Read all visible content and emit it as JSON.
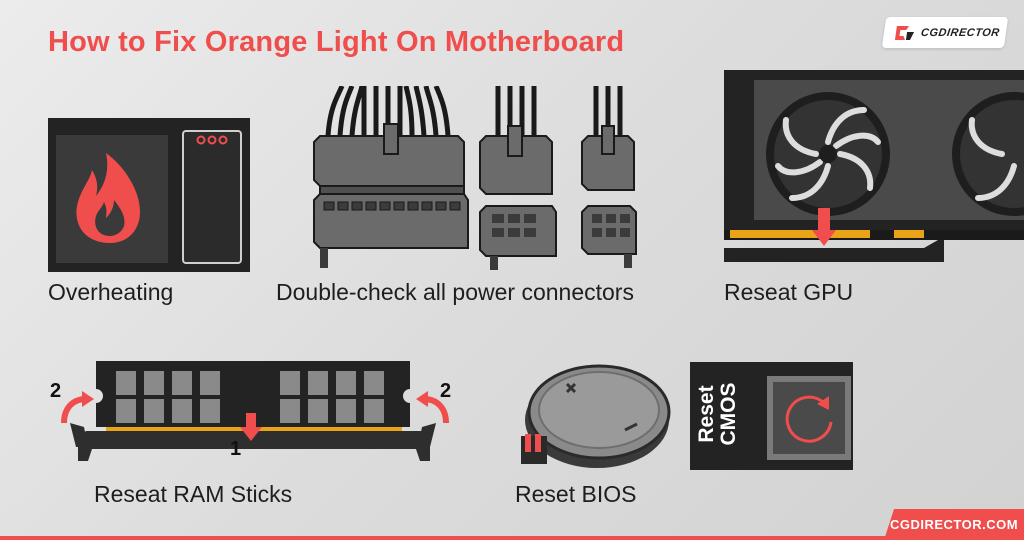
{
  "title": "How to Fix Orange Light On Motherboard",
  "logo": {
    "text": "CGDIRECTOR"
  },
  "items": [
    {
      "label": "Overheating",
      "icon": "flame-icon"
    },
    {
      "label": "Double-check all power connectors",
      "icon": "power-connector-icon"
    },
    {
      "label": "Reseat GPU",
      "icon": "gpu-icon"
    },
    {
      "label": "Reseat RAM Sticks",
      "icon": "ram-icon",
      "steps": [
        "1",
        "2",
        "2"
      ]
    },
    {
      "label": "Reset BIOS",
      "icon": "cmos-battery-icon"
    }
  ],
  "cmos_button": {
    "label": "Reset CMOS",
    "icon": "reset-icon"
  },
  "footer": {
    "text": "CGDIRECTOR.COM"
  },
  "colors": {
    "accent": "#f04d4d",
    "dark": "#232323",
    "background": "#e0e0e0",
    "gold": "#e8a317"
  }
}
